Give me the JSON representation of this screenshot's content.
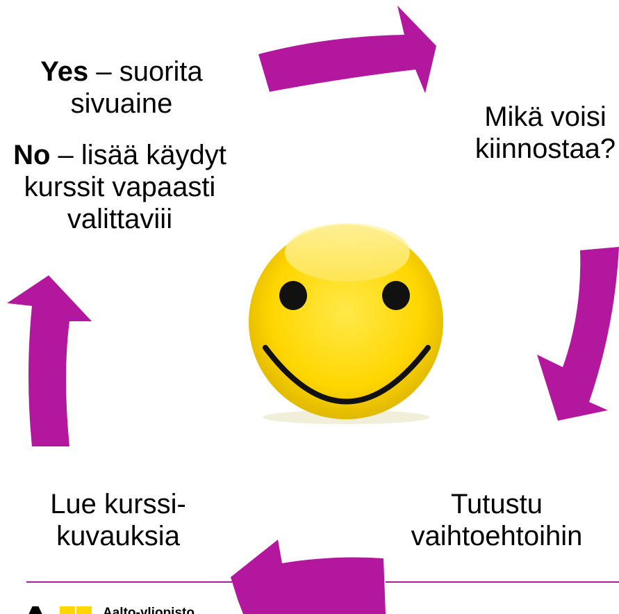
{
  "colors": {
    "arrow": "#B3179E",
    "rule": "#B3179E",
    "face": "#FFD600",
    "logo_accent": "#FFD600"
  },
  "labels": {
    "yes_bold": "Yes",
    "yes_rest_line1": " – suorita",
    "yes_line2": "sivuaine",
    "no_bold": "No",
    "no_rest_line1": " – lisää käydyt",
    "no_line2": "kurssit vapaasti",
    "no_line3": "valittaviii",
    "mika_line1": "Mikä voisi",
    "mika_line2": "kiinnostaa?",
    "tutustu_line1": "Tutustu",
    "tutustu_line2": "vaihtoehtoihin",
    "lue_line1": "Lue kurssi-",
    "lue_line2": "kuvauksia"
  },
  "logo": {
    "text": "Aalto-yliopisto"
  },
  "icons": [
    "smiley-face-icon",
    "cycle-arrow-icon"
  ]
}
